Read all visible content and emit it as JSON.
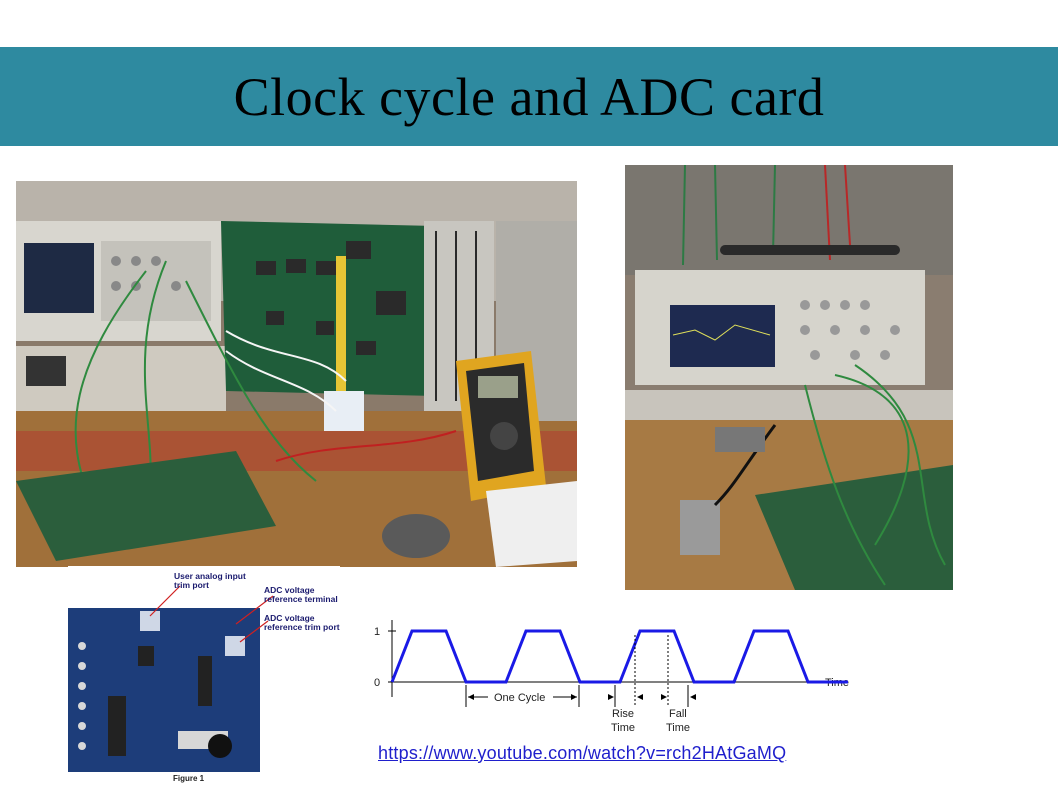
{
  "slide": {
    "title": "Clock cycle and ADC card",
    "link_text": "https://www.youtube.com/watch?v=rch2HAtGaMQ",
    "title_bar_color": "#2e8aa0",
    "link_color": "#1f1fcc"
  },
  "board_figure": {
    "label_user_trim": "User analog input trim port",
    "label_ref_terminal": "ADC voltage reference terminal",
    "label_ref_trim": "ADC voltage reference trim port",
    "caption": "Figure 1"
  },
  "clock_diagram": {
    "y_high_label": "1",
    "y_low_label": "0",
    "x_axis_label": "Time",
    "cycle_label": "One Cycle",
    "rise_label_1": "Rise",
    "rise_label_2": "Time",
    "fall_label_1": "Fall",
    "fall_label_2": "Time",
    "wave_color": "#1a1ae6",
    "num_cycles": 4
  }
}
